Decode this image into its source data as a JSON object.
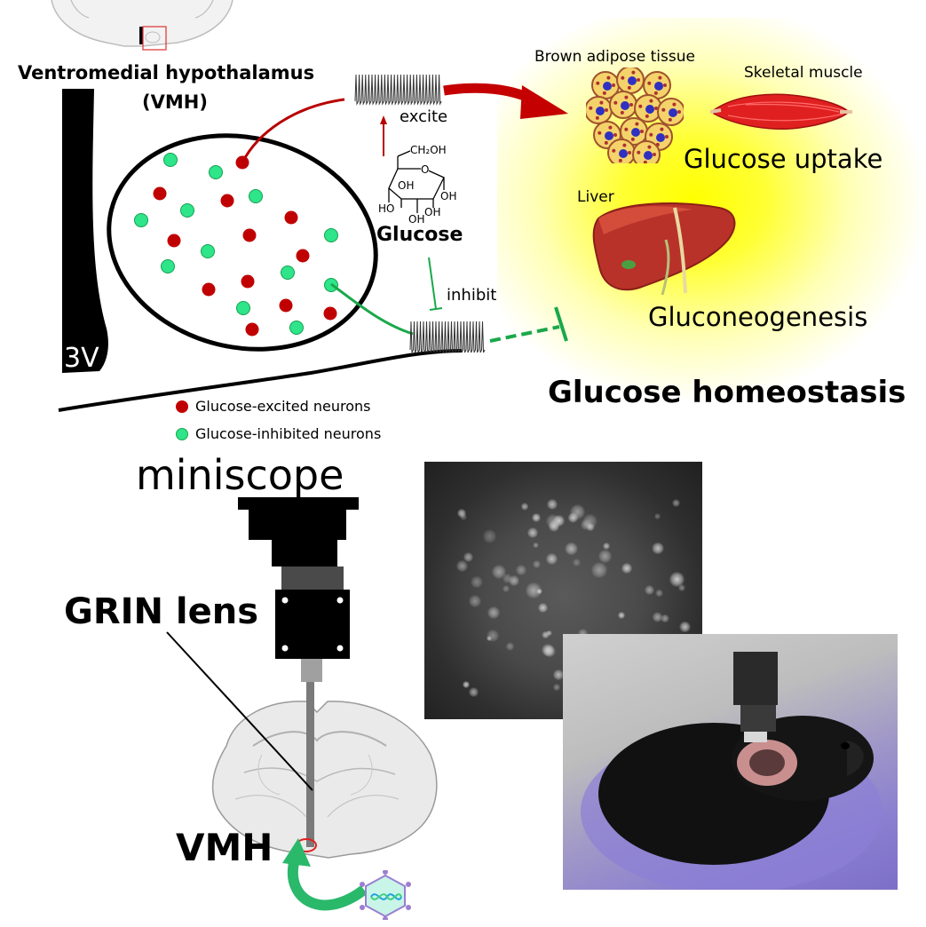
{
  "vmh_title_line1": "Ventromedial hypothalamus",
  "vmh_title_line2": "(VMH)",
  "ventricle_label": "3V",
  "excite_label": "excite",
  "inhibit_label": "inhibit",
  "glucose_label": "Glucose",
  "glucose_structure": {
    "ch2oh": "CH₂OH",
    "o": "O",
    "oh": "OH",
    "ho": "HO"
  },
  "legend": {
    "excited": "Glucose-excited neurons",
    "inhibited": "Glucose-inhibited neurons"
  },
  "tissues": {
    "brown_adipose": "Brown adipose tissue",
    "skeletal_muscle": "Skeletal muscle",
    "liver": "Liver"
  },
  "outcomes": {
    "glucose_uptake": "Glucose uptake",
    "gluconeogenesis": "Gluconeogenesis",
    "homeostasis": "Glucose homeostasis"
  },
  "setup": {
    "miniscope": "miniscope",
    "grin_lens": "GRIN lens",
    "vmh": "VMH"
  },
  "colors": {
    "excited": "#c00000",
    "inhibited": "#2ee58a",
    "excite_arrow": "#b80000",
    "inhibit_line": "#1aa84a",
    "glow": "#ffff00"
  }
}
